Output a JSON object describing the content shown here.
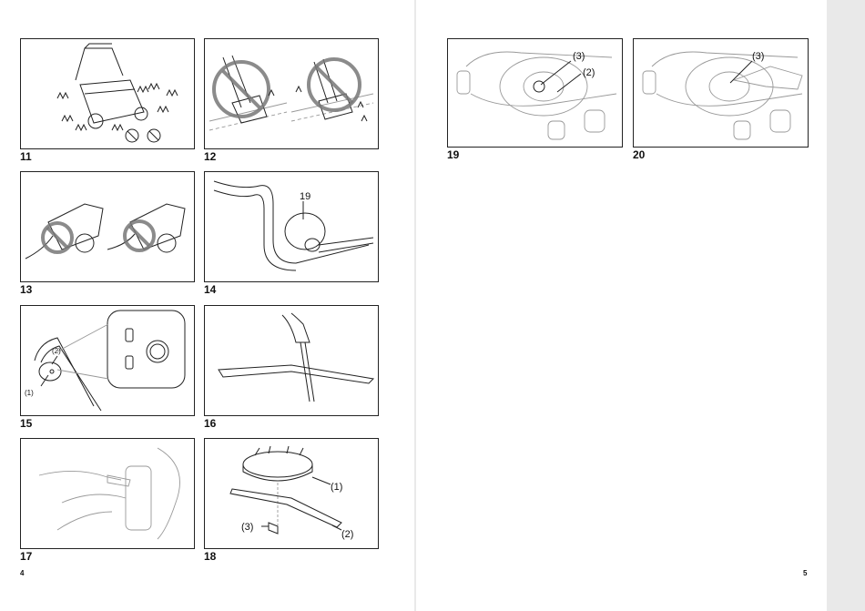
{
  "left_page": {
    "page_number": "4",
    "figures": [
      {
        "number": "11"
      },
      {
        "number": "12"
      },
      {
        "number": "13"
      },
      {
        "number": "14",
        "callouts": [
          "19"
        ]
      },
      {
        "number": "15",
        "callouts": [
          "(1)",
          "(2)"
        ]
      },
      {
        "number": "16"
      },
      {
        "number": "17"
      },
      {
        "number": "18",
        "callouts": [
          "(1)",
          "(2)",
          "(3)"
        ]
      }
    ]
  },
  "right_page": {
    "page_number": "5",
    "figures": [
      {
        "number": "19",
        "callouts": [
          "(3)",
          "(2)"
        ]
      },
      {
        "number": "20",
        "callouts": [
          "(3)"
        ]
      }
    ]
  },
  "colors": {
    "line": "#222222",
    "prohibit_circle": "#777777",
    "background": "#e9e9e9"
  }
}
